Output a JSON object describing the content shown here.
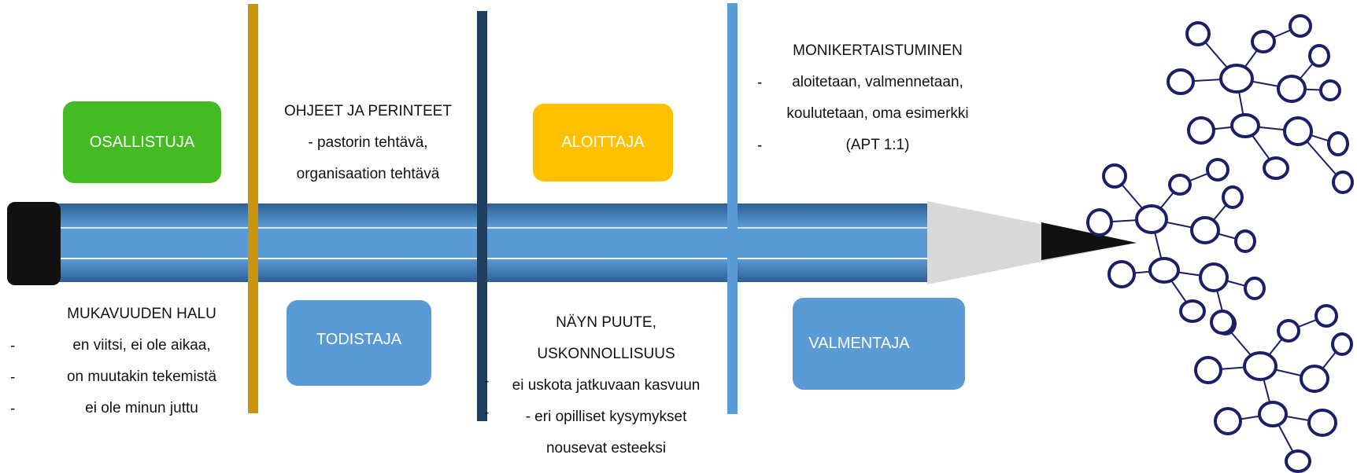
{
  "colors": {
    "pencil_body": "#4a7fb9",
    "pencil_stripe": "#5b9bd5",
    "pencil_eraser": "#111111",
    "pencil_wood": "#d9d9d9",
    "pencil_lead": "#111111",
    "bar_gold": "#c9950e",
    "bar_navy": "#1f3f60",
    "bar_blue": "#5b9bd5",
    "network_stroke": "#1d1f66"
  },
  "roles": {
    "osallistuja": {
      "label": "OSALLISTUJA",
      "color": "#44bb22"
    },
    "todistaja": {
      "label": "TODISTAJA",
      "color": "#5b9bd5"
    },
    "aloittaja": {
      "label": "ALOITTAJA",
      "color": "#ffc000"
    },
    "valmentaja": {
      "label": "VALMENTAJA",
      "color": "#5b9bd5"
    }
  },
  "obstacles": {
    "mukavuus": {
      "title": "MUKAVUUDEN HALU",
      "items": [
        "en viitsi, ei ole aikaa,",
        "on muutakin tekemistä",
        "ei ole minun juttu"
      ],
      "dash": "-"
    },
    "ohjeet": {
      "title": "OHJEET JA PERINTEET",
      "line2": "- pastorin tehtävä,",
      "line3": "organisaation tehtävä"
    },
    "nayn": {
      "title1": "NÄYN PUUTE,",
      "title2": "USKONNOLLISUUS",
      "line3": "ei uskota jatkuvaan kasvuun",
      "line4": "- eri opilliset kysymykset",
      "line5": "nousevat esteeksi",
      "dash": "-"
    },
    "monikertaistuminen": {
      "title": "MONIKERTAISTUMINEN",
      "line2": "aloitetaan, valmennetaan,",
      "line3": "koulutetaan, oma esimerkki",
      "line4": "(APT 1:1)",
      "dash": "-"
    }
  }
}
